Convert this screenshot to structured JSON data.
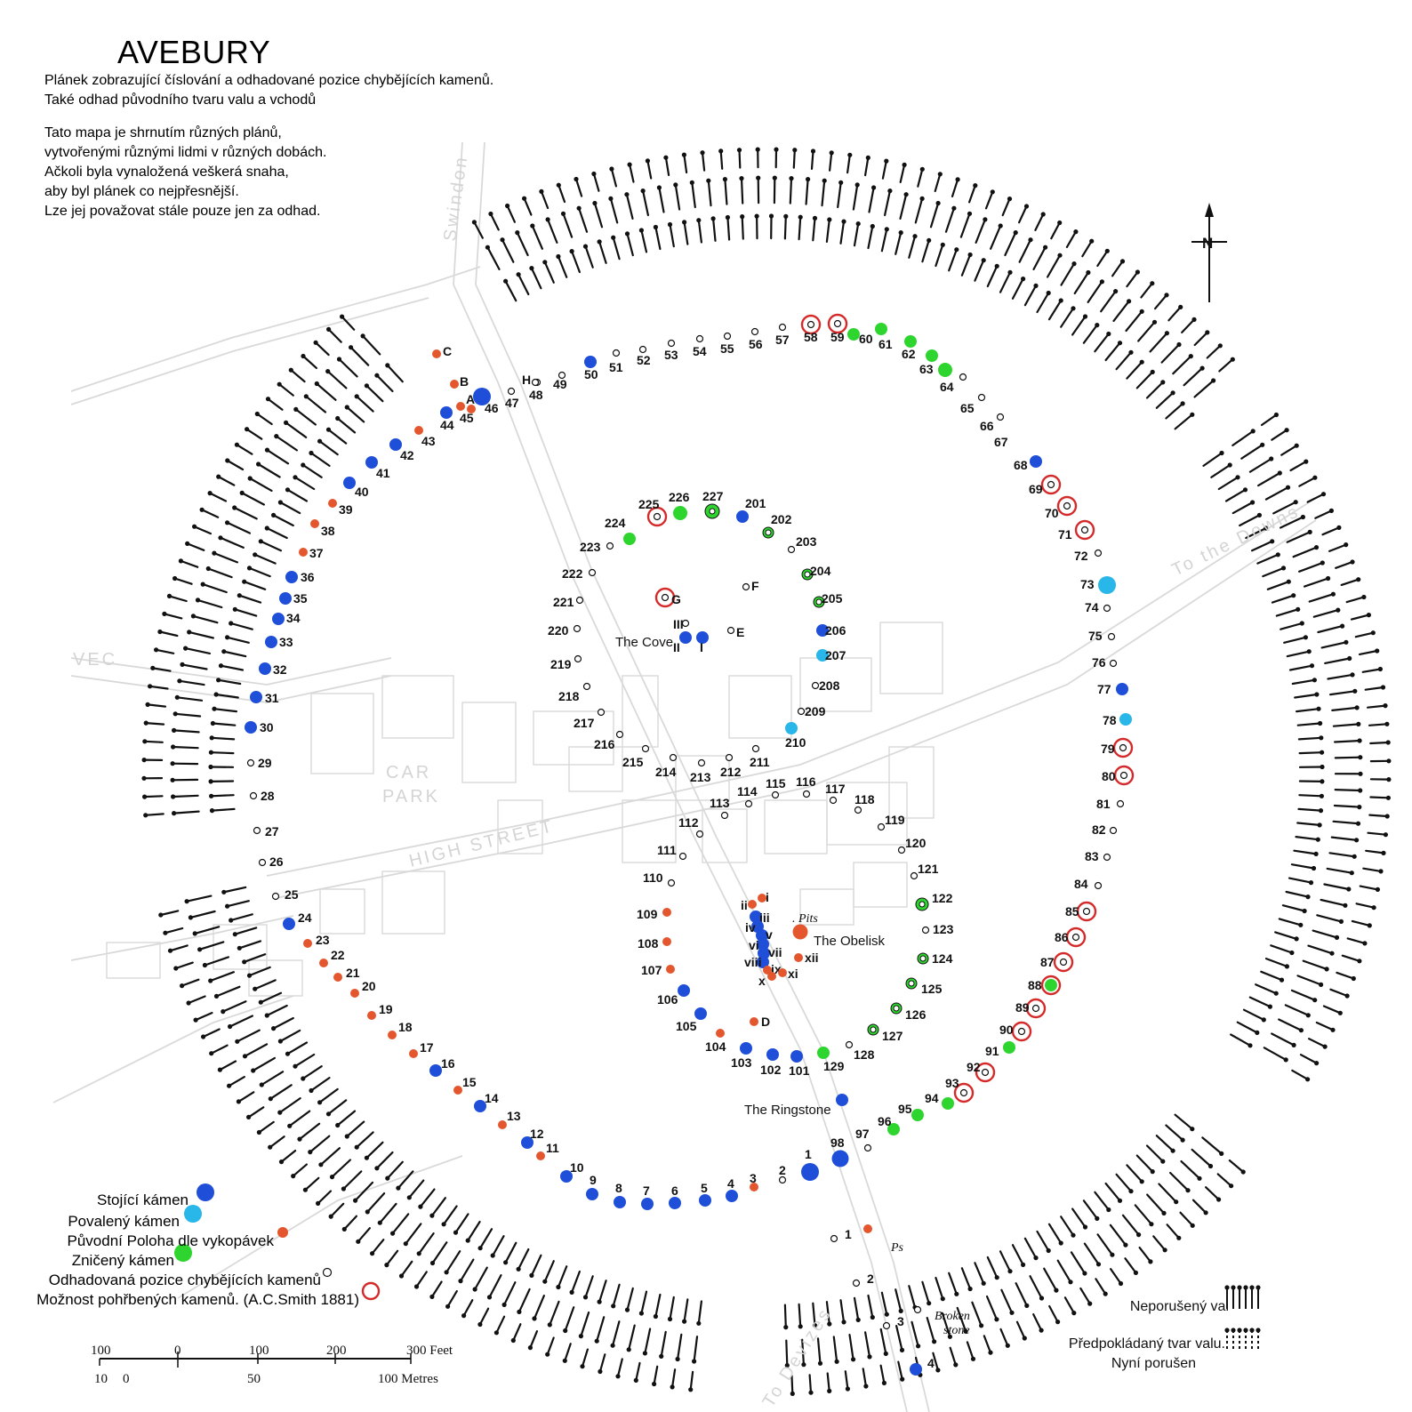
{
  "header": {
    "title": "AVEBURY",
    "intro_lines": [
      "Plánek zobrazující číslování a odhadované pozice chybějících kamenů.",
      "Také odhad původního tvaru valu a vchodů"
    ],
    "note_lines": [
      "Tato mapa je shrnutím různých plánů,",
      "vytvořenými různými lidmi v různých dobách.",
      "Ačkoli byla vynaložená veškerá snaha,",
      "aby byl plánek co nejpřesnější.",
      "Lze jej považovat stále pouze jen za odhad."
    ]
  },
  "colors": {
    "standing": "#1f4fd8",
    "fallen": "#29b6e8",
    "excavated": "#e4572e",
    "destroyed": "#2fd52f",
    "missing": "#ffffff",
    "buried_ring": "#d42a2a",
    "road": "#d9d9d9",
    "bank": "#111111"
  },
  "legend": {
    "standing": "Stojící kámen",
    "fallen": "Povalený kámen",
    "excavated": "Původní Poloha dle vykopávek",
    "destroyed": "Zničený kámen",
    "missing": "Odhadovaná pozice chybějících kamenů",
    "buried": "Možnost pohřbených kamenů. (A.C.Smith 1881)"
  },
  "bank_legend": {
    "intact": "Neporušený val",
    "assumed_line1": "Předpokládaný tvar valu.",
    "assumed_line2": "Nyní porušen"
  },
  "north_label": "N",
  "place_labels": {
    "cove": "The Cove",
    "obelisk": "The Obelisk",
    "ringstone": "The Ringstone",
    "pits": ". Pits",
    "broken_stone_1": "Broken",
    "broken_stone_2": "stone",
    "ps": "Ps"
  },
  "road_labels": {
    "swindon": "Swindon",
    "downs": "To the Downs",
    "devizes": "To Devizes",
    "high_street": "HIGH   STREET",
    "car": "CAR",
    "park": "PARK",
    "vec": "VEC"
  },
  "scale": {
    "feet_ticks": [
      "100",
      "0",
      "100",
      "200",
      "300 Feet"
    ],
    "metre_ticks": [
      "10",
      "0",
      "50",
      "100 Metres"
    ]
  },
  "stones": [
    [
      "1",
      "standing",
      false
    ],
    [
      "2",
      "missing",
      false
    ],
    [
      "3",
      "excavated",
      false
    ],
    [
      "4",
      "standing",
      false
    ],
    [
      "5",
      "standing",
      false
    ],
    [
      "6",
      "standing",
      false
    ],
    [
      "7",
      "standing",
      false
    ],
    [
      "8",
      "standing",
      false
    ],
    [
      "9",
      "standing",
      false
    ],
    [
      "10",
      "standing",
      false
    ],
    [
      "11",
      "excavated",
      false
    ],
    [
      "12",
      "standing",
      false
    ],
    [
      "13",
      "excavated",
      false
    ],
    [
      "14",
      "standing",
      false
    ],
    [
      "15",
      "excavated",
      false
    ],
    [
      "16",
      "standing",
      false
    ],
    [
      "17",
      "excavated",
      false
    ],
    [
      "18",
      "excavated",
      false
    ],
    [
      "19",
      "excavated",
      false
    ],
    [
      "20",
      "excavated",
      false
    ],
    [
      "21",
      "excavated",
      false
    ],
    [
      "22",
      "excavated",
      false
    ],
    [
      "23",
      "excavated",
      false
    ],
    [
      "24",
      "standing",
      false
    ],
    [
      "25",
      "missing",
      false
    ],
    [
      "26",
      "missing",
      false
    ],
    [
      "27",
      "missing",
      false
    ],
    [
      "28",
      "missing",
      false
    ],
    [
      "29",
      "missing",
      false
    ],
    [
      "30",
      "standing",
      false
    ],
    [
      "31",
      "standing",
      false
    ],
    [
      "32",
      "standing",
      false
    ],
    [
      "33",
      "standing",
      false
    ],
    [
      "34",
      "standing",
      false
    ],
    [
      "35",
      "standing",
      false
    ],
    [
      "36",
      "standing",
      false
    ],
    [
      "37",
      "excavated",
      false
    ],
    [
      "38",
      "excavated",
      false
    ],
    [
      "39",
      "excavated",
      false
    ],
    [
      "40",
      "standing",
      false
    ],
    [
      "41",
      "standing",
      false
    ],
    [
      "42",
      "standing",
      false
    ],
    [
      "43",
      "excavated",
      false
    ],
    [
      "44",
      "standing",
      false
    ],
    [
      "45",
      "excavated",
      false
    ],
    [
      "46",
      "standing",
      false
    ],
    [
      "47",
      "missing",
      false
    ],
    [
      "48",
      "missing",
      false
    ],
    [
      "49",
      "missing",
      false
    ],
    [
      "50",
      "standing",
      false
    ],
    [
      "51",
      "missing",
      false
    ],
    [
      "52",
      "missing",
      false
    ],
    [
      "53",
      "missing",
      false
    ],
    [
      "54",
      "missing",
      false
    ],
    [
      "55",
      "missing",
      false
    ],
    [
      "56",
      "missing",
      false
    ],
    [
      "57",
      "missing",
      false
    ],
    [
      "58",
      "missing",
      true
    ],
    [
      "59",
      "missing",
      true
    ],
    [
      "60",
      "destroyed",
      false
    ],
    [
      "61",
      "destroyed",
      false
    ],
    [
      "62",
      "destroyed",
      false
    ],
    [
      "63",
      "destroyed",
      false
    ],
    [
      "64",
      "destroyed",
      false
    ],
    [
      "65",
      "missing",
      false
    ],
    [
      "66",
      "missing",
      false
    ],
    [
      "67",
      "missing",
      false
    ],
    [
      "68",
      "standing",
      false
    ],
    [
      "69",
      "missing",
      true
    ],
    [
      "70",
      "missing",
      true
    ],
    [
      "71",
      "missing",
      true
    ],
    [
      "72",
      "missing",
      false
    ],
    [
      "73",
      "fallen",
      false
    ],
    [
      "74",
      "missing",
      false
    ],
    [
      "75",
      "missing",
      false
    ],
    [
      "76",
      "missing",
      false
    ],
    [
      "77",
      "standing",
      false
    ],
    [
      "78",
      "fallen",
      false
    ],
    [
      "79",
      "missing",
      true
    ],
    [
      "80",
      "missing",
      true
    ],
    [
      "81",
      "missing",
      false
    ],
    [
      "82",
      "missing",
      false
    ],
    [
      "83",
      "missing",
      false
    ],
    [
      "84",
      "missing",
      false
    ],
    [
      "85",
      "missing",
      true
    ],
    [
      "86",
      "missing",
      true
    ],
    [
      "87",
      "missing",
      true
    ],
    [
      "88",
      "destroyed",
      true
    ],
    [
      "89",
      "missing",
      true
    ],
    [
      "90",
      "missing",
      true
    ],
    [
      "91",
      "destroyed",
      false
    ],
    [
      "92",
      "missing",
      true
    ],
    [
      "93",
      "missing",
      true
    ],
    [
      "94",
      "destroyed",
      false
    ],
    [
      "95",
      "destroyed",
      false
    ],
    [
      "96",
      "destroyed",
      false
    ],
    [
      "97",
      "missing",
      false
    ],
    [
      "98",
      "standing",
      false
    ],
    [
      "101",
      "standing",
      false
    ],
    [
      "102",
      "standing",
      false
    ],
    [
      "103",
      "standing",
      false
    ],
    [
      "104",
      "excavated",
      false
    ],
    [
      "105",
      "standing",
      false
    ],
    [
      "106",
      "standing",
      false
    ],
    [
      "107",
      "excavated",
      false
    ],
    [
      "108",
      "excavated",
      false
    ],
    [
      "109",
      "excavated",
      false
    ],
    [
      "110",
      "missing",
      false
    ],
    [
      "111",
      "missing",
      false
    ],
    [
      "112",
      "missing",
      false
    ],
    [
      "113",
      "missing",
      false
    ],
    [
      "114",
      "missing",
      false
    ],
    [
      "115",
      "missing",
      false
    ],
    [
      "116",
      "missing",
      false
    ],
    [
      "117",
      "missing",
      false
    ],
    [
      "118",
      "missing",
      false
    ],
    [
      "119",
      "missing",
      false
    ],
    [
      "120",
      "missing",
      false
    ],
    [
      "121",
      "missing",
      false
    ],
    [
      "122",
      "destroyed",
      false
    ],
    [
      "123",
      "missing",
      false
    ],
    [
      "124",
      "destroyed",
      false
    ],
    [
      "125",
      "destroyed",
      false
    ],
    [
      "126",
      "destroyed",
      false
    ],
    [
      "127",
      "destroyed",
      false
    ],
    [
      "128",
      "missing",
      false
    ],
    [
      "129",
      "destroyed",
      false
    ],
    [
      "201",
      "standing",
      false
    ],
    [
      "202",
      "destroyed",
      false
    ],
    [
      "203",
      "missing",
      false
    ],
    [
      "204",
      "destroyed",
      false
    ],
    [
      "205",
      "destroyed",
      false
    ],
    [
      "206",
      "standing",
      false
    ],
    [
      "207",
      "fallen",
      false
    ],
    [
      "208",
      "missing",
      false
    ],
    [
      "209",
      "missing",
      false
    ],
    [
      "210",
      "fallen",
      false
    ],
    [
      "211",
      "missing",
      false
    ],
    [
      "212",
      "missing",
      false
    ],
    [
      "213",
      "missing",
      false
    ],
    [
      "214",
      "missing",
      false
    ],
    [
      "215",
      "missing",
      false
    ],
    [
      "216",
      "missing",
      false
    ],
    [
      "217",
      "missing",
      false
    ],
    [
      "218",
      "missing",
      false
    ],
    [
      "219",
      "missing",
      false
    ],
    [
      "220",
      "missing",
      false
    ],
    [
      "221",
      "missing",
      false
    ],
    [
      "222",
      "missing",
      false
    ],
    [
      "223",
      "missing",
      false
    ],
    [
      "224",
      "destroyed",
      false
    ],
    [
      "225",
      "missing",
      true
    ],
    [
      "226",
      "destroyed",
      false
    ],
    [
      "227",
      "destroyed",
      false
    ],
    [
      "i",
      "excavated",
      false
    ],
    [
      "ii",
      "excavated",
      false
    ],
    [
      "iii",
      "standing",
      false
    ],
    [
      "iv",
      "standing",
      false
    ],
    [
      "v",
      "standing",
      false
    ],
    [
      "vi",
      "standing",
      false
    ],
    [
      "vii",
      "standing",
      false
    ],
    [
      "viii",
      "standing",
      false
    ],
    [
      "ix",
      "excavated",
      false
    ],
    [
      "x",
      "excavated",
      false
    ],
    [
      "xi",
      "excavated",
      false
    ],
    [
      "xii",
      "excavated",
      false
    ],
    [
      "A",
      "excavated",
      false
    ],
    [
      "B",
      "excavated",
      false
    ],
    [
      "C",
      "excavated",
      false
    ],
    [
      "D",
      "excavated",
      false
    ],
    [
      "E",
      "missing",
      false
    ],
    [
      "F",
      "missing",
      false
    ],
    [
      "G",
      "missing",
      true
    ],
    [
      "H",
      "missing",
      false
    ],
    [
      "I",
      "standing",
      false
    ],
    [
      "II",
      "standing",
      false
    ],
    [
      "III",
      "missing",
      false
    ],
    [
      "The Obelisk",
      "excavated",
      false
    ],
    [
      "The Ringstone",
      "standing",
      false
    ],
    [
      "Ps",
      "excavated",
      false
    ],
    [
      "Avenue 1",
      "missing",
      false
    ],
    [
      "Avenue 2",
      "missing",
      false
    ],
    [
      "Avenue 3",
      "missing",
      false
    ],
    [
      "Avenue 4",
      "standing",
      false
    ],
    [
      "Broken stone",
      "missing",
      false
    ]
  ]
}
